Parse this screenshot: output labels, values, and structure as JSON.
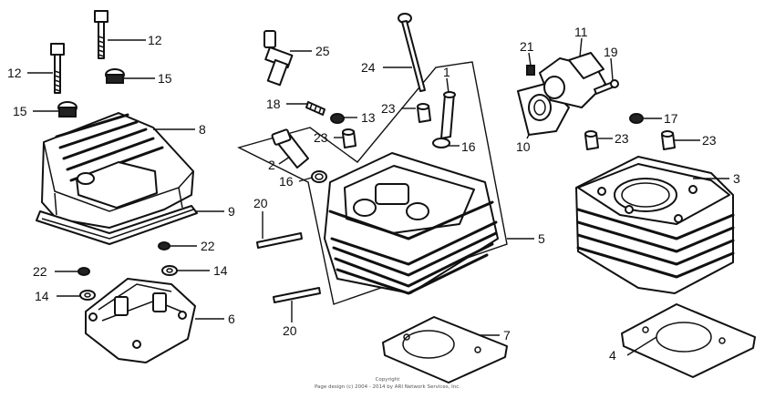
{
  "callouts": {
    "c1": "1",
    "c2": "2",
    "c3": "3",
    "c4": "4",
    "c5": "5",
    "c6": "6",
    "c7": "7",
    "c8": "8",
    "c9": "9",
    "c10": "10",
    "c11": "11",
    "c12a": "12",
    "c12b": "12",
    "c13": "13",
    "c14a": "14",
    "c14b": "14",
    "c15a": "15",
    "c15b": "15",
    "c16a": "16",
    "c16b": "16",
    "c17": "17",
    "c18": "18",
    "c19": "19",
    "c20a": "20",
    "c20b": "20",
    "c21": "21",
    "c22a": "22",
    "c22b": "22",
    "c23a": "23",
    "c23b": "23",
    "c23c": "23",
    "c23d": "23",
    "c24": "24",
    "c25": "25"
  },
  "copyright": {
    "line1": "Copyright",
    "line2": "Page design (c) 2004 - 2014 by ARI Network Services, Inc."
  },
  "colors": {
    "ink": "#111111",
    "background": "#ffffff"
  }
}
